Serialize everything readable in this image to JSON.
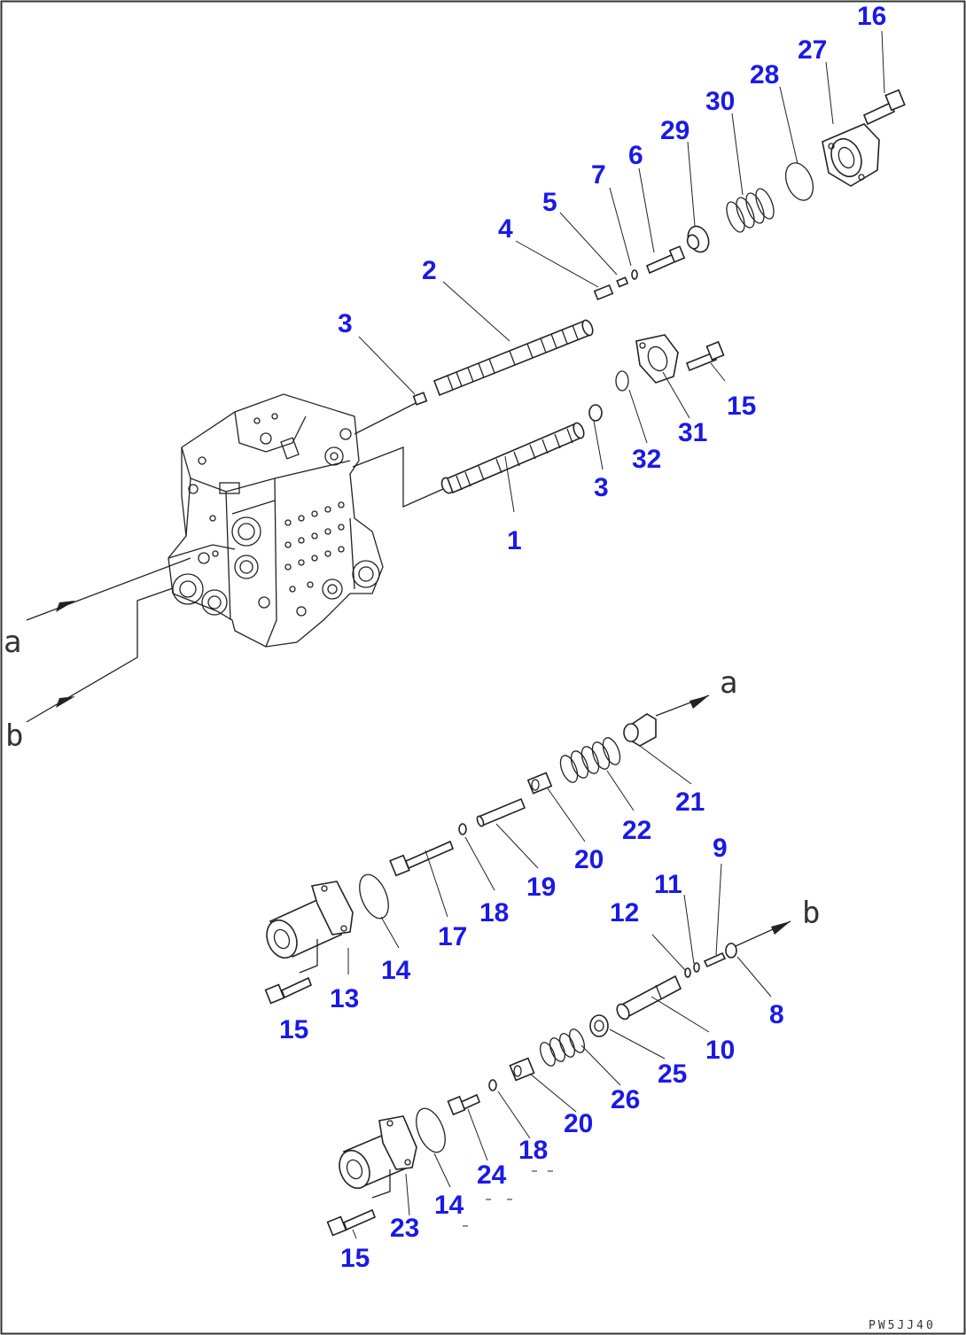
{
  "diagram": {
    "drawing_code": "PW5JJ40",
    "reference_letters": {
      "a": "a",
      "b": "b"
    },
    "callouts": {
      "c1": "1",
      "c2": "2",
      "c3a": "3",
      "c3b": "3",
      "c4": "4",
      "c5": "5",
      "c6": "6",
      "c7": "7",
      "c8": "8",
      "c9": "9",
      "c10": "10",
      "c11": "11",
      "c12": "12",
      "c13": "13",
      "c14a": "14",
      "c14b": "14",
      "c15a": "15",
      "c15b": "15",
      "c15c": "15",
      "c16": "16",
      "c17": "17",
      "c18a": "18",
      "c18b": "18",
      "c19": "19",
      "c20a": "20",
      "c20b": "20",
      "c21": "21",
      "c22": "22",
      "c23": "23",
      "c24": "24",
      "c25": "25",
      "c26": "26",
      "c27": "27",
      "c28": "28",
      "c29": "29",
      "c30": "30",
      "c31": "31",
      "c32": "32"
    },
    "colors": {
      "callout": "#1a1ae6",
      "line": "#222222",
      "border": "#333333"
    }
  }
}
